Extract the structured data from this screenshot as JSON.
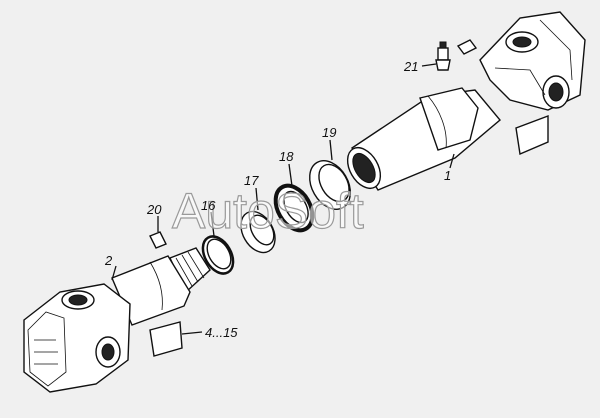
{
  "watermark": "AutoSoft",
  "labels": {
    "p1": "1",
    "p2": "2",
    "p4_15": "4...15",
    "p16": "16",
    "p17": "17",
    "p18": "18",
    "p19": "19",
    "p20": "20",
    "p21": "21"
  }
}
